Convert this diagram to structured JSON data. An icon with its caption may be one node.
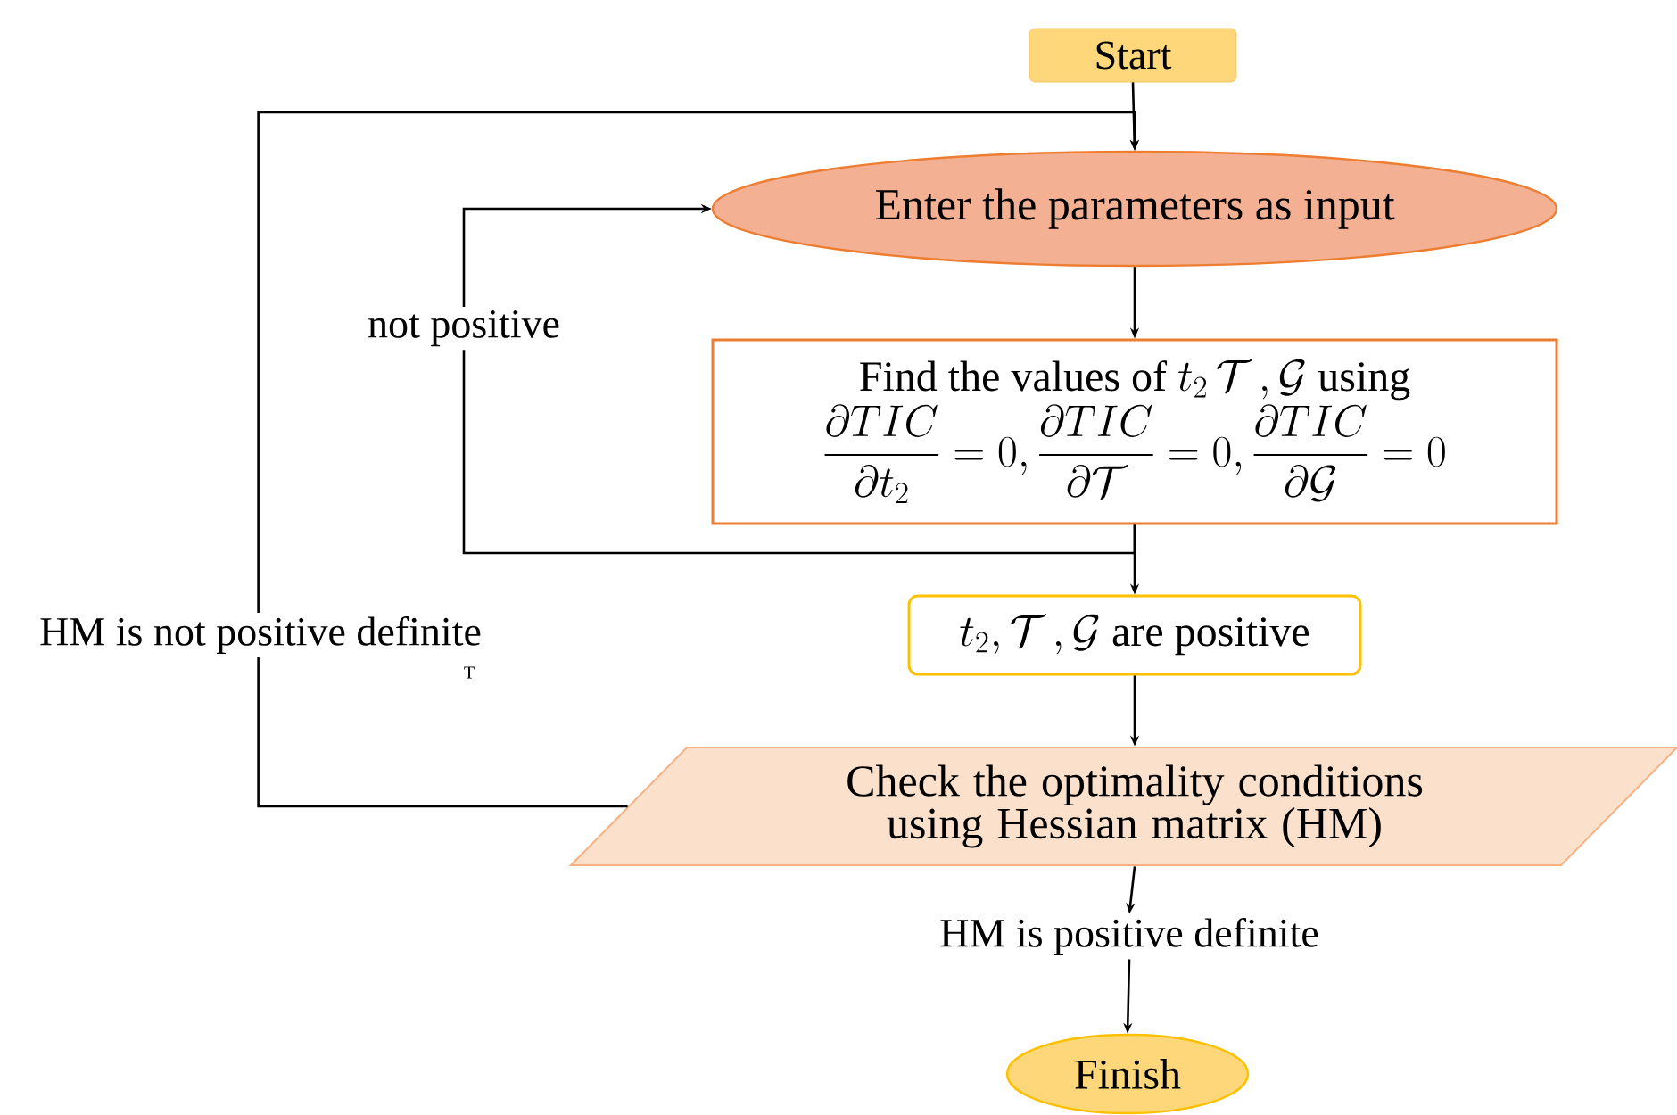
{
  "diagram": {
    "nodes": [
      {
        "text": [
          "Start"
        ]
      },
      {
        "text": [
          "Enter the parameters as input"
        ]
      },
      {
        "text": [
          "Find the values of",
          "t_2\\,\\mathcal{T}\\,,\\mathcal{G}",
          "using",
          "\\dfrac{\\partial TIC}{\\partial t_2}=0, \\dfrac{\\partial TIC}{\\partial \\mathcal{T}}=0, \\dfrac{\\partial TIC}{\\partial \\mathcal{G}}=0"
        ]
      },
      {
        "text": [
          "t_2,\\mathcal{T}\\,,\\mathcal{G}",
          "are positive"
        ]
      },
      {
        "text": [
          "Check the optimality conditions using Hessian matrix (HM)"
        ]
      },
      {
        "text": [
          "HM is positive definite"
        ]
      },
      {
        "text": [
          "Finish"
        ]
      }
    ],
    "edges": [
      {
        "from": 0,
        "to": 1,
        "arrow": "to"
      },
      {
        "from": 1,
        "to": 2,
        "arrow": "to"
      },
      {
        "from": 2,
        "to": 3,
        "arrow": "to"
      },
      {
        "from": 2,
        "to": 1,
        "arrow": "to",
        "label": "not positive"
      },
      {
        "from": 3,
        "to": 4,
        "arrow": "to"
      },
      {
        "from": 4,
        "to": 1,
        "arrow": "to",
        "label": "HM is not positive definite"
      },
      {
        "from": 4,
        "to": 5,
        "arrow": "to"
      },
      {
        "from": 5,
        "to": 6,
        "arrow": "to"
      }
    ],
    "labels": [
      "T"
    ]
  }
}
